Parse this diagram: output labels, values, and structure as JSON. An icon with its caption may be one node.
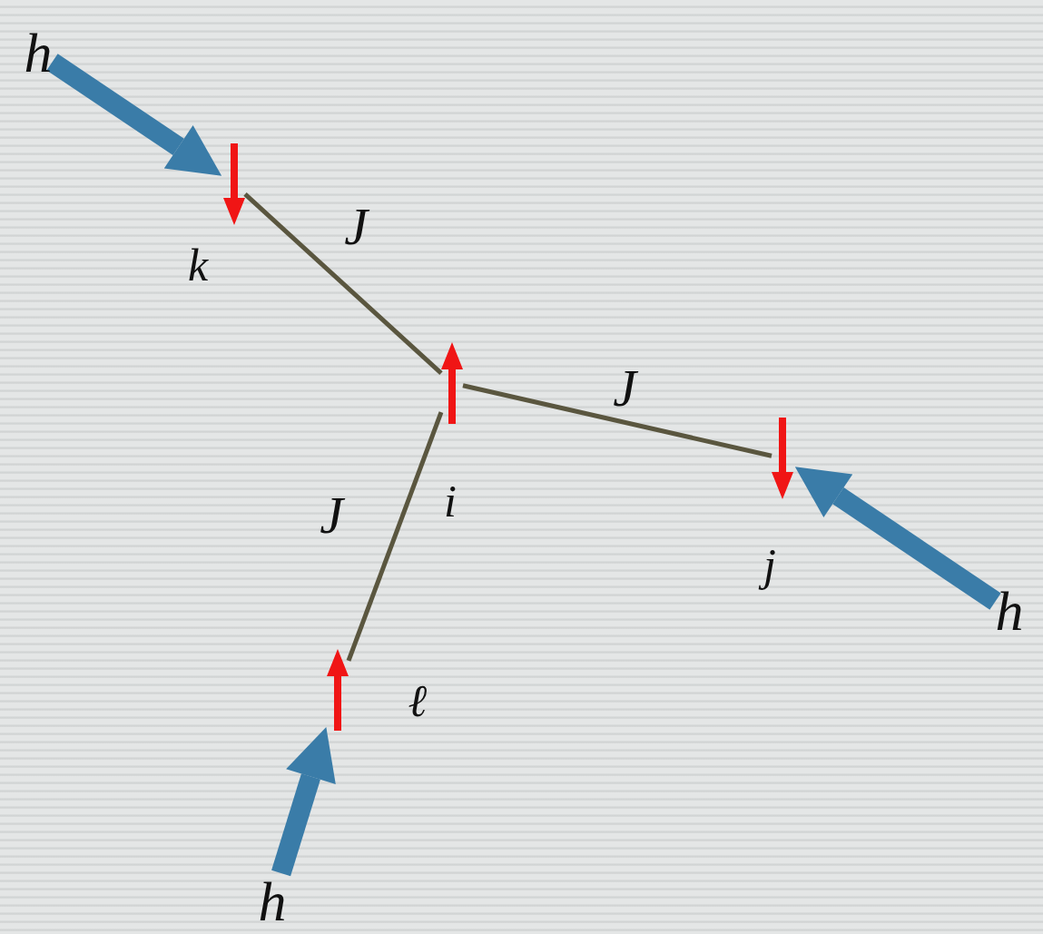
{
  "diagram": {
    "nodes": [
      {
        "text": [],
        "shape": "arrow",
        "beside": [
          "k"
        ]
      },
      {
        "text": [],
        "shape": "arrow",
        "beside": [
          "i"
        ]
      },
      {
        "text": [],
        "shape": "arrow",
        "beside": [
          "j"
        ]
      },
      {
        "text": [],
        "shape": "arrow",
        "beside": [
          "ℓ"
        ]
      },
      {
        "text": [
          "h"
        ]
      },
      {
        "text": [
          "h"
        ]
      },
      {
        "text": [
          "h"
        ]
      }
    ],
    "edges": [
      {
        "from": 1,
        "to": 0,
        "arrow": "none",
        "label": "J",
        "color": "#5a563f"
      },
      {
        "from": 1,
        "to": 2,
        "arrow": "none",
        "label": "J",
        "color": "#5a563f"
      },
      {
        "from": 1,
        "to": 3,
        "arrow": "none",
        "label": "J",
        "color": "#5a563f"
      },
      {
        "from": 4,
        "to": 0,
        "arrow": "to",
        "style": "thick",
        "color": "#3a7ca8"
      },
      {
        "from": 5,
        "to": 2,
        "arrow": "to",
        "style": "thick",
        "color": "#3a7ca8"
      },
      {
        "from": 6,
        "to": 3,
        "arrow": "to",
        "style": "thick",
        "color": "#3a7ca8"
      }
    ]
  }
}
